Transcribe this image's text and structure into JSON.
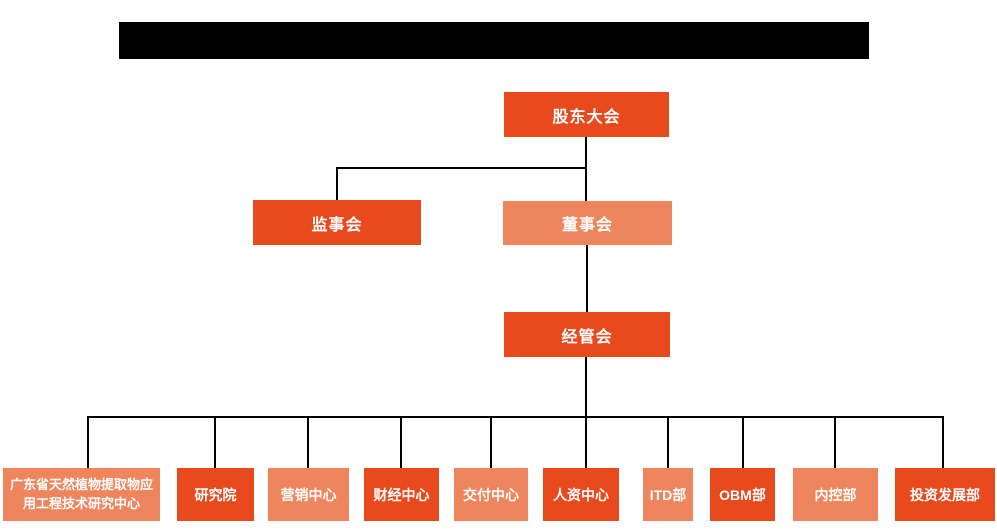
{
  "title_bar": {
    "style": "solid-black-redacted",
    "text": ""
  },
  "colors": {
    "primary_box": "#E8491D",
    "secondary_box": "#EF855C",
    "connector_line": "#000000",
    "label_text": "#FFFFFF",
    "redacted_bar": "#000000",
    "background": "#FFFFFF"
  },
  "org": {
    "root": {
      "label": "股东大会",
      "tone": "primary"
    },
    "level2": [
      {
        "label": "监事会",
        "tone": "primary"
      },
      {
        "label": "董事会",
        "tone": "secondary"
      }
    ],
    "level3": [
      {
        "label": "经管会",
        "tone": "primary"
      }
    ],
    "departments": [
      {
        "label": "广东省天然植物提取物应用工程技术研究中心",
        "tone": "secondary"
      },
      {
        "label": "研究院",
        "tone": "primary"
      },
      {
        "label": "营销中心",
        "tone": "secondary"
      },
      {
        "label": "财经中心",
        "tone": "primary"
      },
      {
        "label": "交付中心",
        "tone": "secondary"
      },
      {
        "label": "人资中心",
        "tone": "primary"
      },
      {
        "label": "ITD部",
        "tone": "secondary"
      },
      {
        "label": "OBM部",
        "tone": "primary"
      },
      {
        "label": "内控部",
        "tone": "secondary"
      },
      {
        "label": "投资发展部",
        "tone": "primary"
      }
    ]
  }
}
